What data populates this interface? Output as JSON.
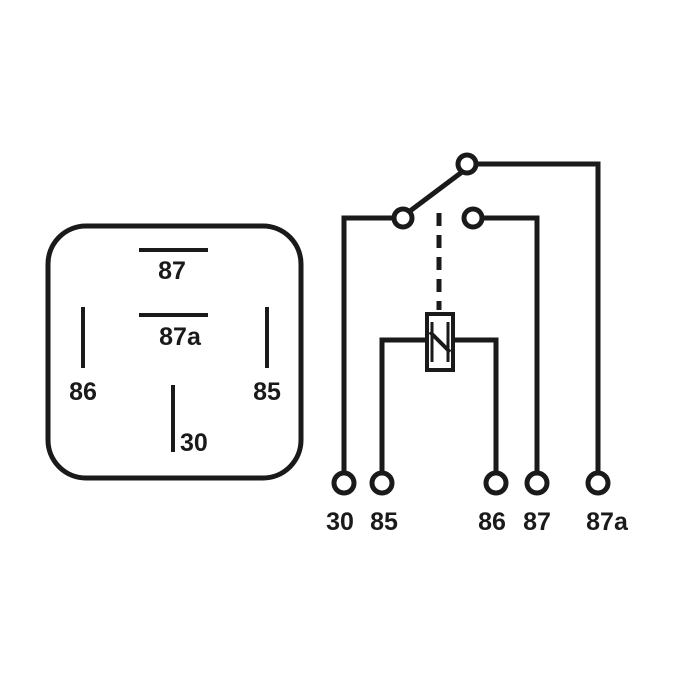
{
  "relay_face": {
    "pins": {
      "p87": "87",
      "p87a": "87a",
      "p86": "86",
      "p85": "85",
      "p30": "30"
    }
  },
  "schematic": {
    "terminals": {
      "t30": "30",
      "t85": "85",
      "t86": "86",
      "t87": "87",
      "t87a": "87a"
    }
  },
  "colors": {
    "ink": "#1a1a1a",
    "background": "#ffffff"
  }
}
